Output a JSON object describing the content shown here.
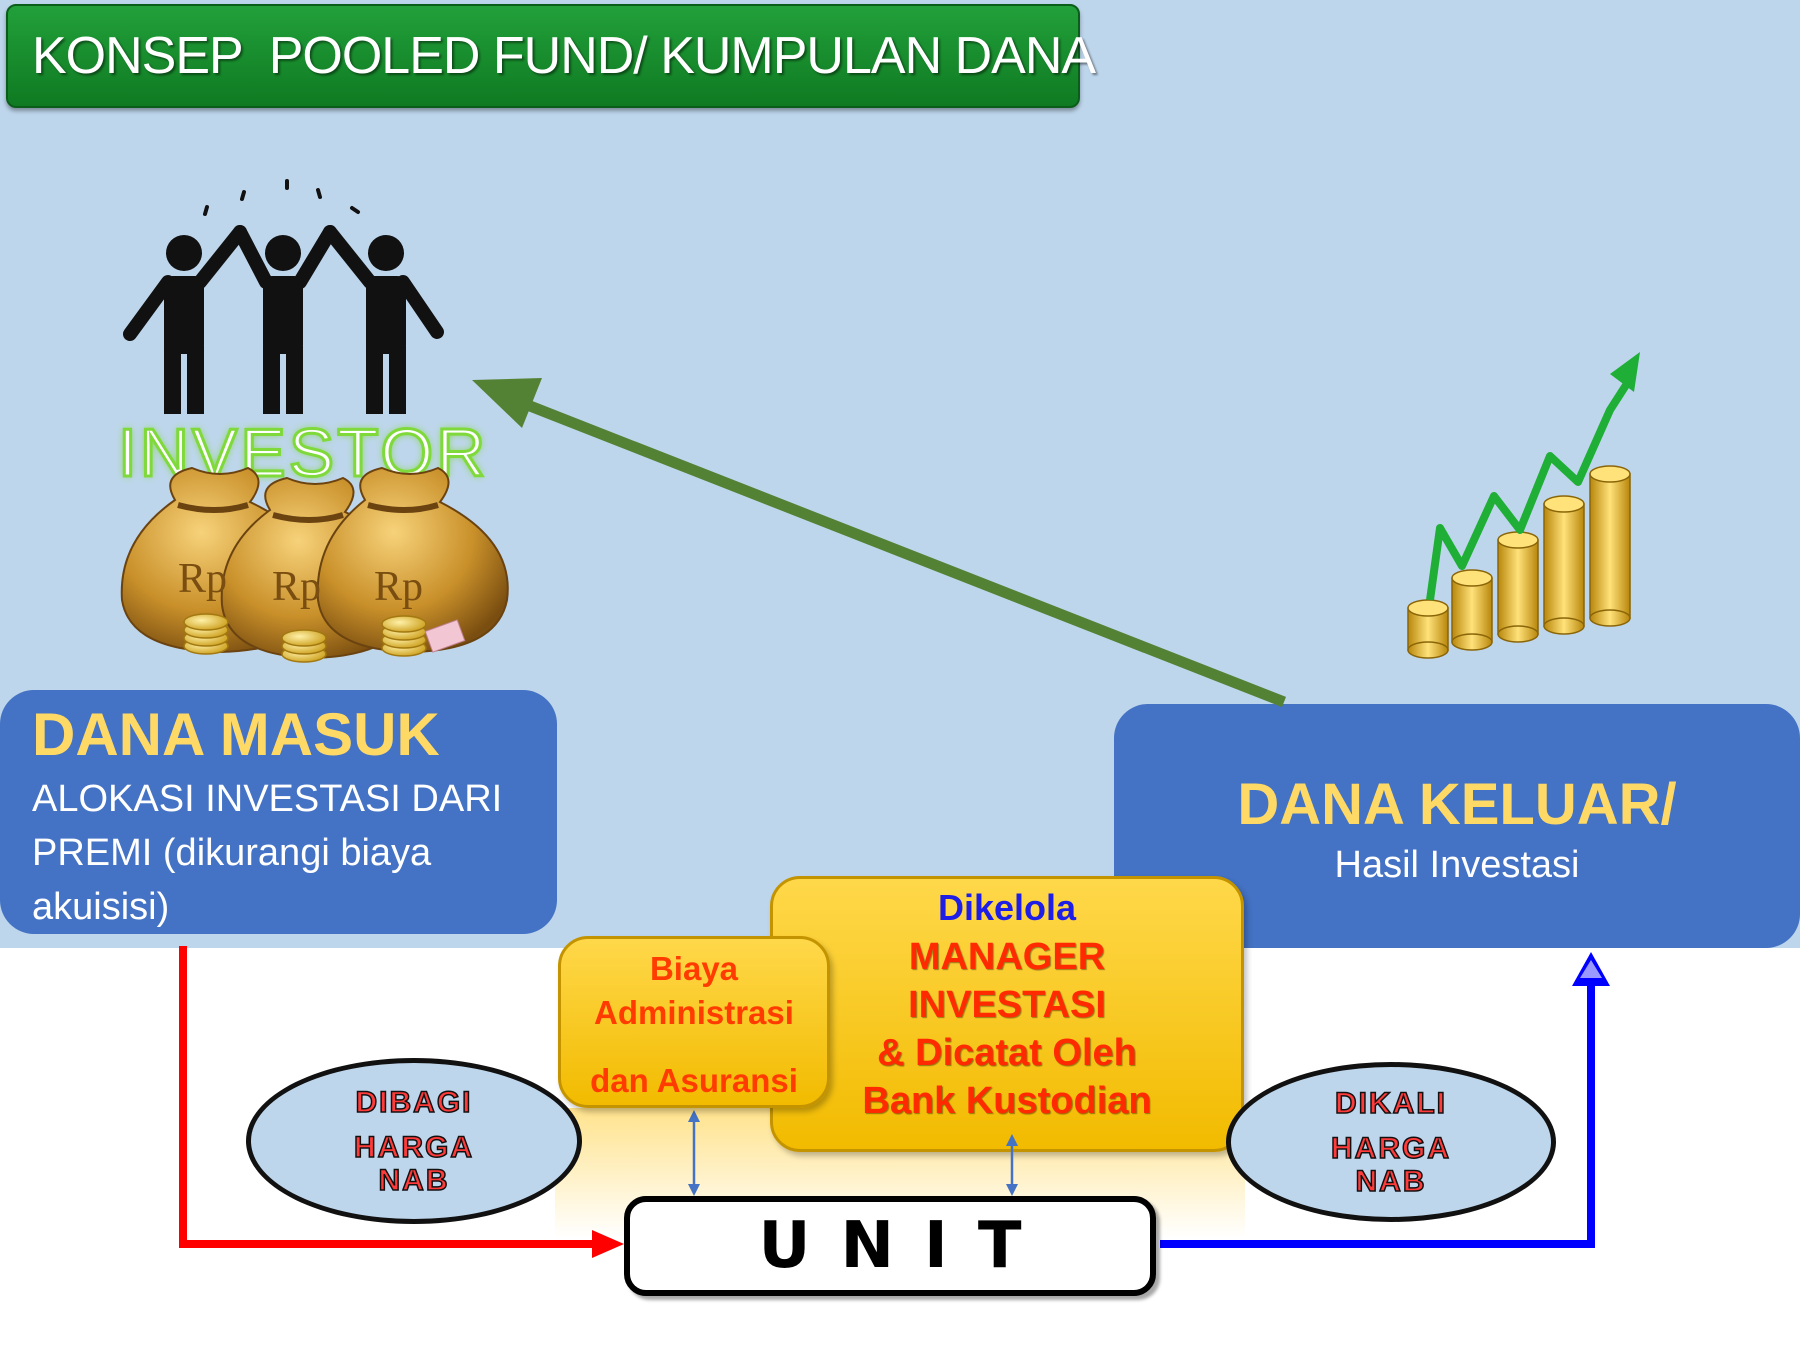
{
  "title": "KONSEP  POOLED FUND/ KUMPULAN DANA",
  "investor": {
    "label": "INVESTOR",
    "bag_label": "Rp"
  },
  "dana_masuk": {
    "heading": "DANA MASUK",
    "line1": "ALOKASI INVESTASI DARI",
    "line2": "PREMI (dikurangi biaya",
    "line3": "akuisisi)"
  },
  "dana_keluar": {
    "heading": "DANA KELUAR/",
    "subtitle": "Hasil Investasi"
  },
  "biaya": {
    "line1": "Biaya",
    "line2": "Administrasi",
    "line3": "dan Asuransi"
  },
  "dikelola": {
    "label": "Dikelola",
    "line1": "MANAGER",
    "line2": "INVESTASI",
    "line3": "& Dicatat Oleh",
    "line4": "Bank Kustodian"
  },
  "ellipse_left": {
    "line1": "DIBAGI",
    "line2": "HARGA",
    "line3": "NAB"
  },
  "ellipse_right": {
    "line1": "DIKALI",
    "line2": "HARGA",
    "line3": "NAB"
  },
  "unit": {
    "label": "UNIT"
  },
  "colors": {
    "background": "#bed6ec",
    "title_green": "#1a8f2e",
    "box_blue": "#4472c4",
    "box_yellow": "#ffc000",
    "heading_gold": "#ffd966",
    "arrow_green": "#548235",
    "arrow_red": "#ff0000",
    "arrow_blue": "#0000ff",
    "connector_blue": "#4472c4"
  },
  "icons": [
    "people-celebrating-icon",
    "money-bag-icon",
    "rising-coins-chart-icon"
  ]
}
